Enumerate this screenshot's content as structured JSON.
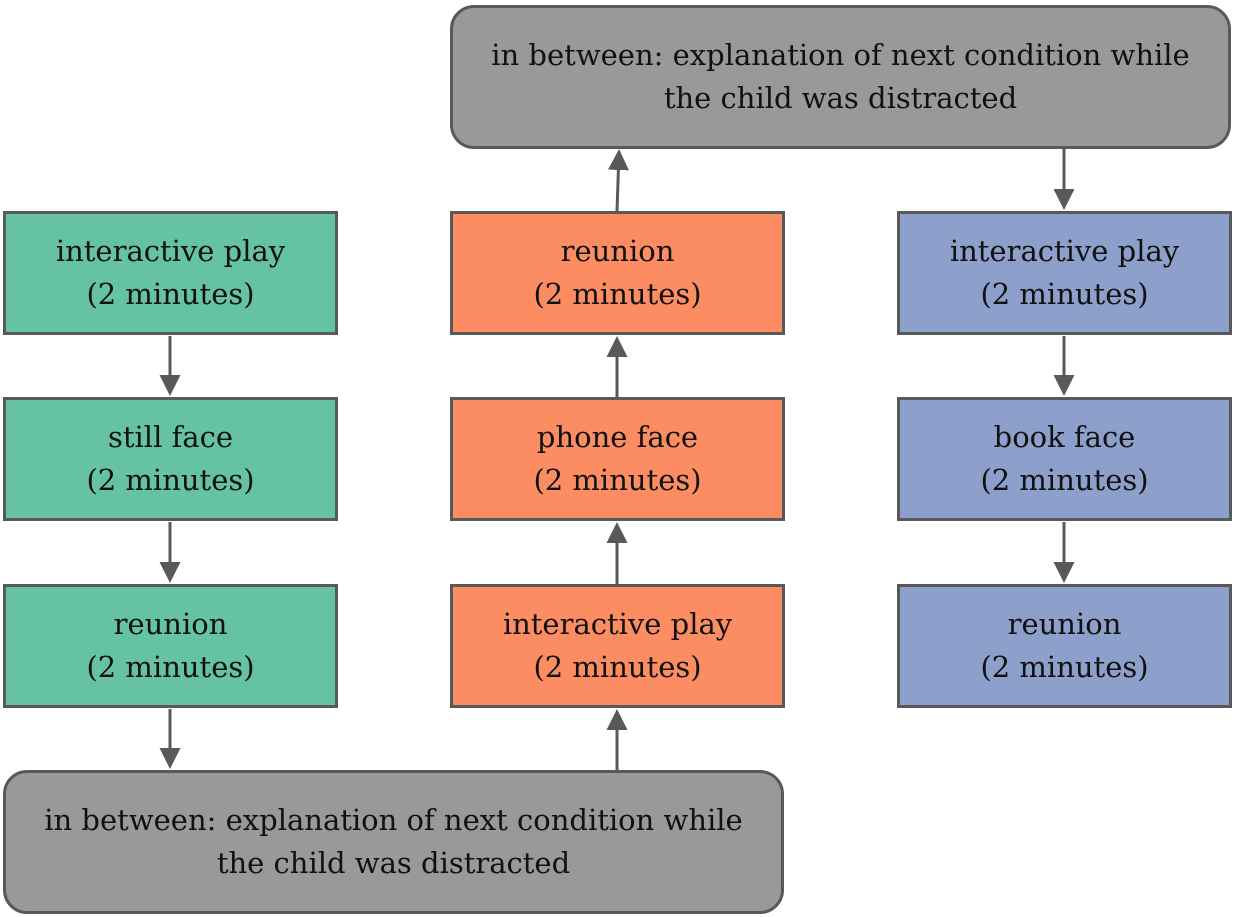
{
  "colors": {
    "condition_a": "#66c2a5",
    "condition_b": "#fc8d62",
    "condition_c": "#8da0cb",
    "transition": "#999999",
    "border": "#595959",
    "arrow": "#595959"
  },
  "transitions": {
    "top": {
      "text": "in between: explanation of next condition while the child was distracted"
    },
    "bottom": {
      "text": "in between: explanation of next condition while the child was distracted"
    }
  },
  "columns": [
    {
      "condition": "still face",
      "steps": [
        {
          "label": "interactive play",
          "duration": "(2 minutes)"
        },
        {
          "label": "still face",
          "duration": "(2 minutes)"
        },
        {
          "label": "reunion",
          "duration": "(2 minutes)"
        }
      ]
    },
    {
      "condition": "phone face",
      "steps": [
        {
          "label": "reunion",
          "duration": "(2 minutes)"
        },
        {
          "label": "phone face",
          "duration": "(2 minutes)"
        },
        {
          "label": "interactive play",
          "duration": "(2 minutes)"
        }
      ]
    },
    {
      "condition": "book face",
      "steps": [
        {
          "label": "interactive play",
          "duration": "(2 minutes)"
        },
        {
          "label": "book face",
          "duration": "(2 minutes)"
        },
        {
          "label": "reunion",
          "duration": "(2 minutes)"
        }
      ]
    }
  ],
  "edges": [
    {
      "from": "a-play",
      "to": "a-still"
    },
    {
      "from": "a-still",
      "to": "a-reunion"
    },
    {
      "from": "a-reunion",
      "to": "transition-bottom"
    },
    {
      "from": "transition-bottom",
      "to": "b-play"
    },
    {
      "from": "b-play",
      "to": "b-phone"
    },
    {
      "from": "b-phone",
      "to": "b-reunion"
    },
    {
      "from": "b-reunion",
      "to": "transition-top"
    },
    {
      "from": "transition-top",
      "to": "c-play"
    },
    {
      "from": "c-play",
      "to": "c-book"
    },
    {
      "from": "c-book",
      "to": "c-reunion"
    }
  ]
}
